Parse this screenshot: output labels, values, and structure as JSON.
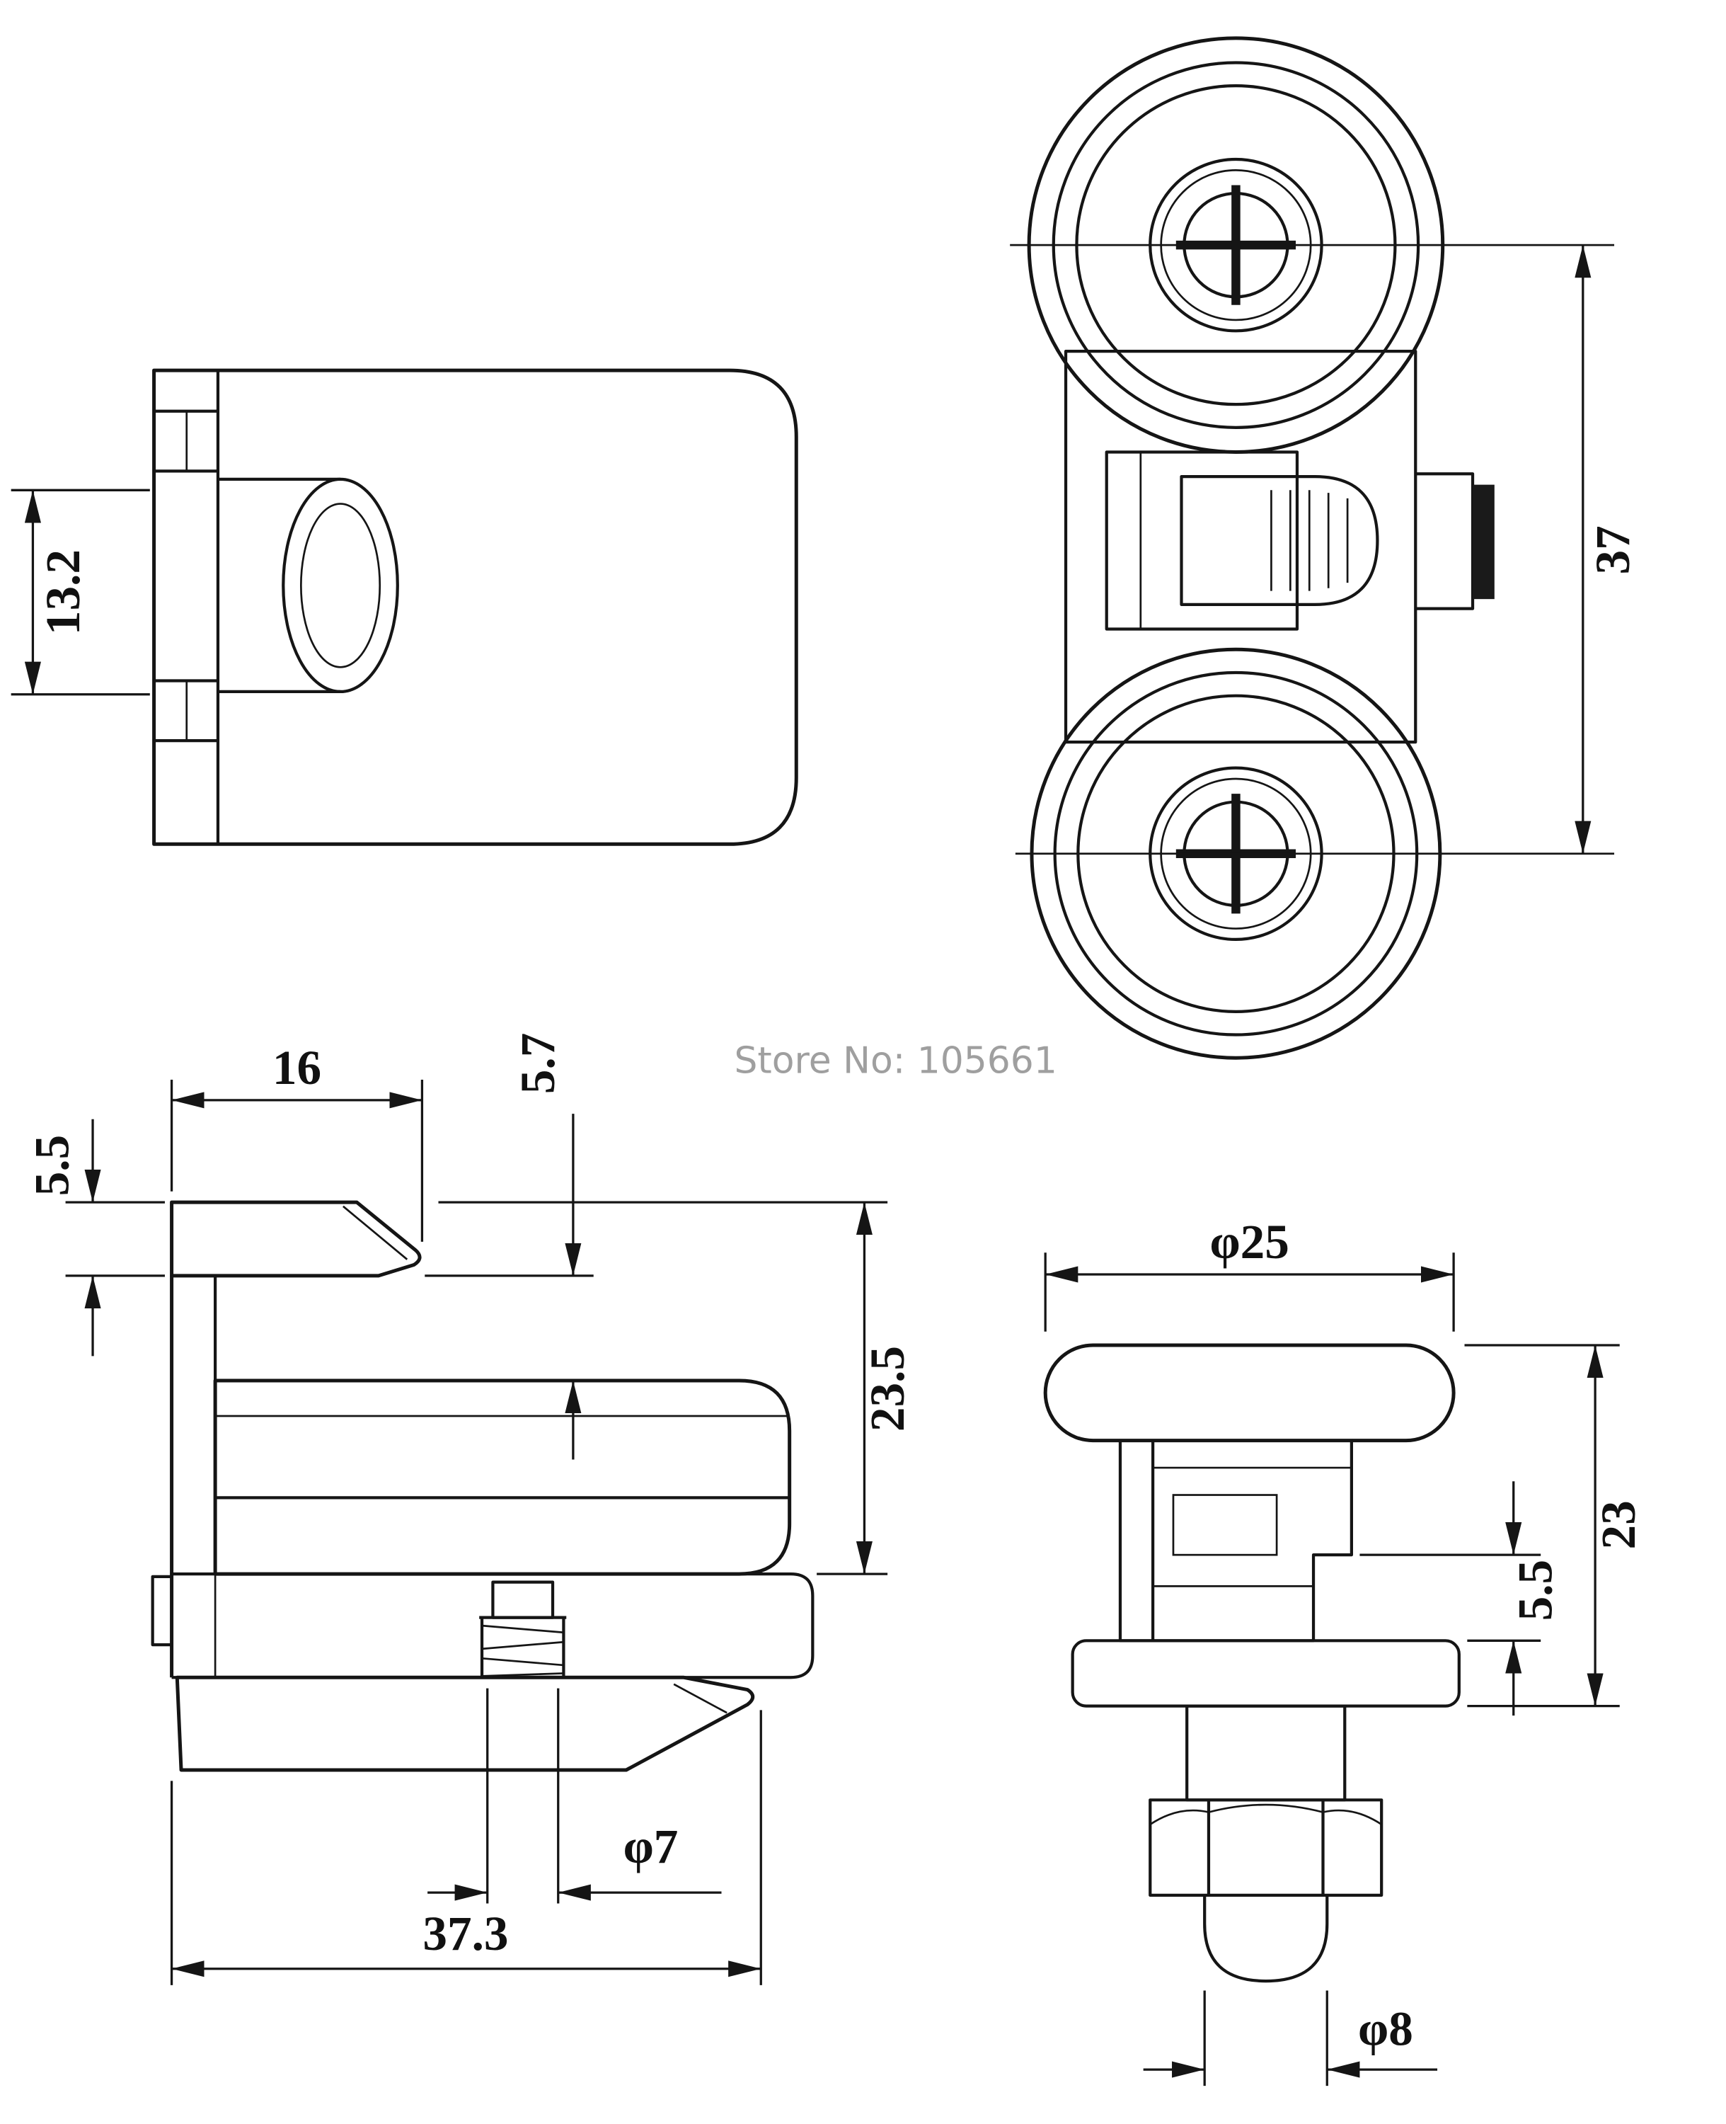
{
  "drawing": {
    "watermark": "Store No: 105661",
    "accent_color": "#151515",
    "background_color": "#ffffff",
    "views": {
      "clamp_side": {
        "dims": {
          "h13_2": "13.2"
        }
      },
      "roller_front": {
        "dims": {
          "spacing37": "37"
        }
      },
      "clamp_section": {
        "dims": {
          "len16": "16",
          "thk5_5": "5.5",
          "gap5_7": "5.7",
          "hgt23_5": "23.5",
          "dia7": "φ7",
          "wid37_3": "37.3"
        }
      },
      "roller_side": {
        "dims": {
          "dia25": "φ25",
          "hgt23": "23",
          "off5_5": "5.5",
          "dia8": "φ8"
        }
      }
    }
  }
}
